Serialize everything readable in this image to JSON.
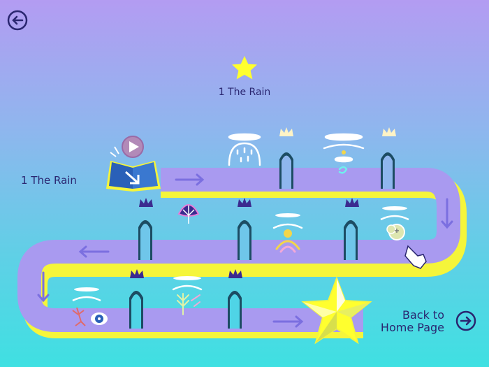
{
  "top_level": {
    "title": "1 The Rain"
  },
  "side_level": {
    "title": "1 The Rain"
  },
  "home": {
    "line1": "Back to",
    "line2": "Home Page"
  },
  "colors": {
    "track": "#a99af0",
    "edge": "#f5f53a",
    "ink": "#2a2670",
    "arch": "#1c4c63",
    "crown_dark": "#3b2a8f",
    "crown_light": "#fff3c6",
    "star": "#ffff2e"
  },
  "icons": [
    "back-arrow-icon",
    "star-icon",
    "book-icon",
    "play-icon",
    "crown-icon",
    "cloud-rain-icon",
    "leaf-icon",
    "sun-icon",
    "flower-icon",
    "plant-icon",
    "eye-icon",
    "hand-pointer-icon",
    "big-star-icon",
    "forward-arrow-icon"
  ]
}
